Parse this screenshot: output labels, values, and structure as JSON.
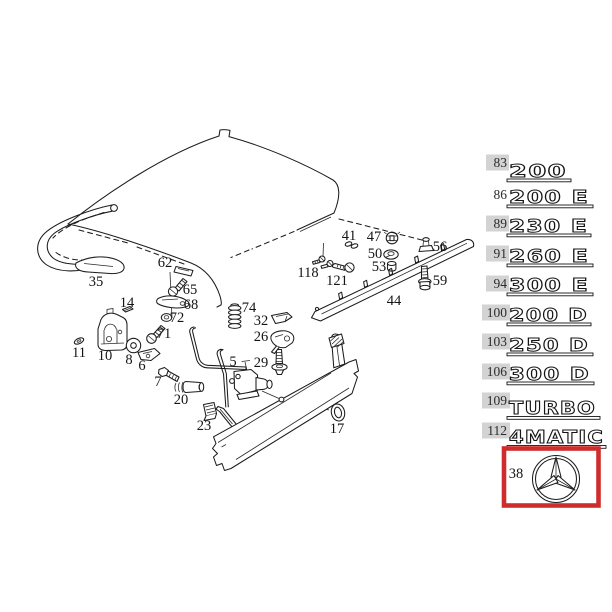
{
  "diagram": {
    "part_labels": [
      "35",
      "62",
      "65",
      "68",
      "72",
      "14",
      "71",
      "74",
      "11",
      "10",
      "8",
      "6",
      "7",
      "20",
      "23",
      "5",
      "32",
      "26",
      "29",
      "17",
      "44",
      "41",
      "47",
      "50",
      "53",
      "56",
      "59",
      "118",
      "121"
    ]
  },
  "badges": [
    {
      "ref": "83",
      "label": "200",
      "highlighted": true
    },
    {
      "ref": "86",
      "label": "200 E",
      "highlighted": false
    },
    {
      "ref": "89",
      "label": "230 E",
      "highlighted": true
    },
    {
      "ref": "91",
      "label": "260 E",
      "highlighted": true
    },
    {
      "ref": "94",
      "label": "300 E",
      "highlighted": true
    },
    {
      "ref": "100",
      "label": "200 D",
      "highlighted": true
    },
    {
      "ref": "103",
      "label": "250 D",
      "highlighted": true
    },
    {
      "ref": "106",
      "label": "300 D",
      "highlighted": true
    },
    {
      "ref": "109",
      "label": "TURBO",
      "highlighted": true
    },
    {
      "ref": "112",
      "label": "4MATIC",
      "highlighted": true
    }
  ],
  "star": {
    "ref": "38"
  },
  "colors": {
    "highlight_box": "#d3d3d3",
    "selection_red": "#cf2d2d",
    "line_color": "#1c1c1c"
  }
}
